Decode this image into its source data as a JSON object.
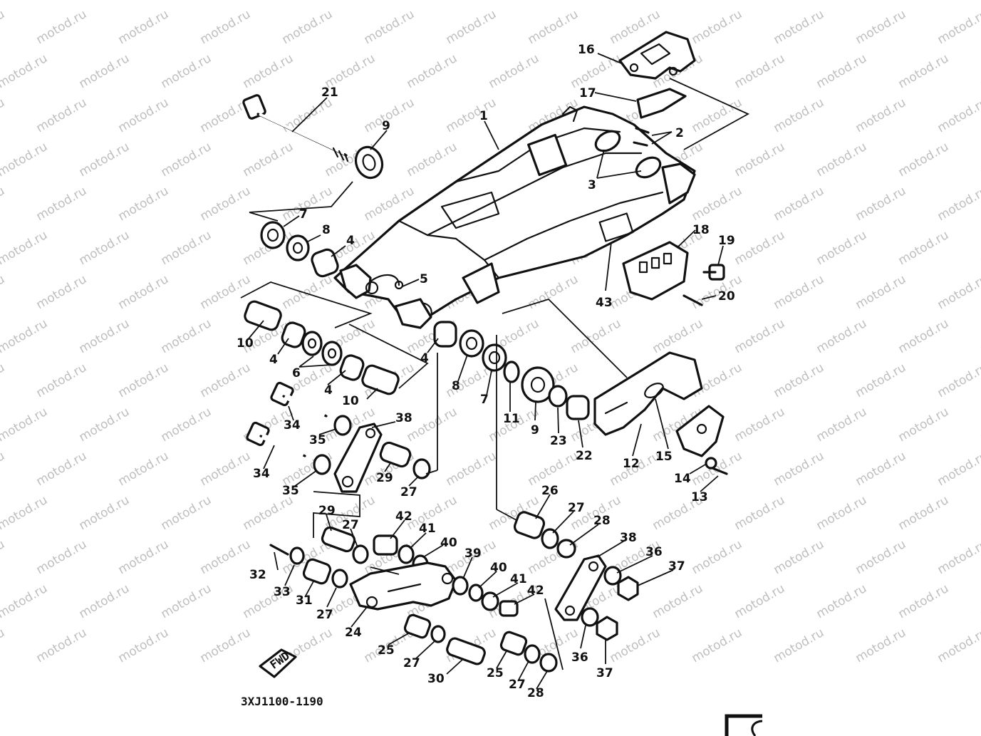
{
  "watermark": "motod.ru",
  "diagram_code": "3XJ1100-1190",
  "front_badge": "FWD",
  "callouts": [
    {
      "id": "c1",
      "label": "1"
    },
    {
      "id": "c2",
      "label": "2"
    },
    {
      "id": "c3",
      "label": "3"
    },
    {
      "id": "c4a",
      "label": "4"
    },
    {
      "id": "c4b",
      "label": "4"
    },
    {
      "id": "c4c",
      "label": "4"
    },
    {
      "id": "c4d",
      "label": "4"
    },
    {
      "id": "c5",
      "label": "5"
    },
    {
      "id": "c6",
      "label": "6"
    },
    {
      "id": "c7a",
      "label": "7"
    },
    {
      "id": "c7b",
      "label": "7"
    },
    {
      "id": "c8a",
      "label": "8"
    },
    {
      "id": "c8b",
      "label": "8"
    },
    {
      "id": "c9a",
      "label": "9"
    },
    {
      "id": "c9b",
      "label": "9"
    },
    {
      "id": "c10a",
      "label": "10"
    },
    {
      "id": "c10b",
      "label": "10"
    },
    {
      "id": "c11",
      "label": "11"
    },
    {
      "id": "c12",
      "label": "12"
    },
    {
      "id": "c13",
      "label": "13"
    },
    {
      "id": "c14",
      "label": "14"
    },
    {
      "id": "c15",
      "label": "15"
    },
    {
      "id": "c16",
      "label": "16"
    },
    {
      "id": "c17",
      "label": "17"
    },
    {
      "id": "c18",
      "label": "18"
    },
    {
      "id": "c19",
      "label": "19"
    },
    {
      "id": "c20",
      "label": "20"
    },
    {
      "id": "c21",
      "label": "21"
    },
    {
      "id": "c22",
      "label": "22"
    },
    {
      "id": "c23",
      "label": "23"
    },
    {
      "id": "c24",
      "label": "24"
    },
    {
      "id": "c25a",
      "label": "25"
    },
    {
      "id": "c25b",
      "label": "25"
    },
    {
      "id": "c26",
      "label": "26"
    },
    {
      "id": "c27a",
      "label": "27"
    },
    {
      "id": "c27b",
      "label": "27"
    },
    {
      "id": "c27c",
      "label": "27"
    },
    {
      "id": "c27d",
      "label": "27"
    },
    {
      "id": "c27e",
      "label": "27"
    },
    {
      "id": "c27f",
      "label": "27"
    },
    {
      "id": "c28a",
      "label": "28"
    },
    {
      "id": "c28b",
      "label": "28"
    },
    {
      "id": "c29a",
      "label": "29"
    },
    {
      "id": "c29b",
      "label": "29"
    },
    {
      "id": "c30",
      "label": "30"
    },
    {
      "id": "c31",
      "label": "31"
    },
    {
      "id": "c32",
      "label": "32"
    },
    {
      "id": "c33",
      "label": "33"
    },
    {
      "id": "c34a",
      "label": "34"
    },
    {
      "id": "c34b",
      "label": "34"
    },
    {
      "id": "c35a",
      "label": "35"
    },
    {
      "id": "c35b",
      "label": "35"
    },
    {
      "id": "c36a",
      "label": "36"
    },
    {
      "id": "c36b",
      "label": "36"
    },
    {
      "id": "c37a",
      "label": "37"
    },
    {
      "id": "c37b",
      "label": "37"
    },
    {
      "id": "c38a",
      "label": "38"
    },
    {
      "id": "c38b",
      "label": "38"
    },
    {
      "id": "c39",
      "label": "39"
    },
    {
      "id": "c40a",
      "label": "40"
    },
    {
      "id": "c40b",
      "label": "40"
    },
    {
      "id": "c41a",
      "label": "41"
    },
    {
      "id": "c41b",
      "label": "41"
    },
    {
      "id": "c42a",
      "label": "42"
    },
    {
      "id": "c42b",
      "label": "42"
    },
    {
      "id": "c43",
      "label": "43"
    }
  ]
}
